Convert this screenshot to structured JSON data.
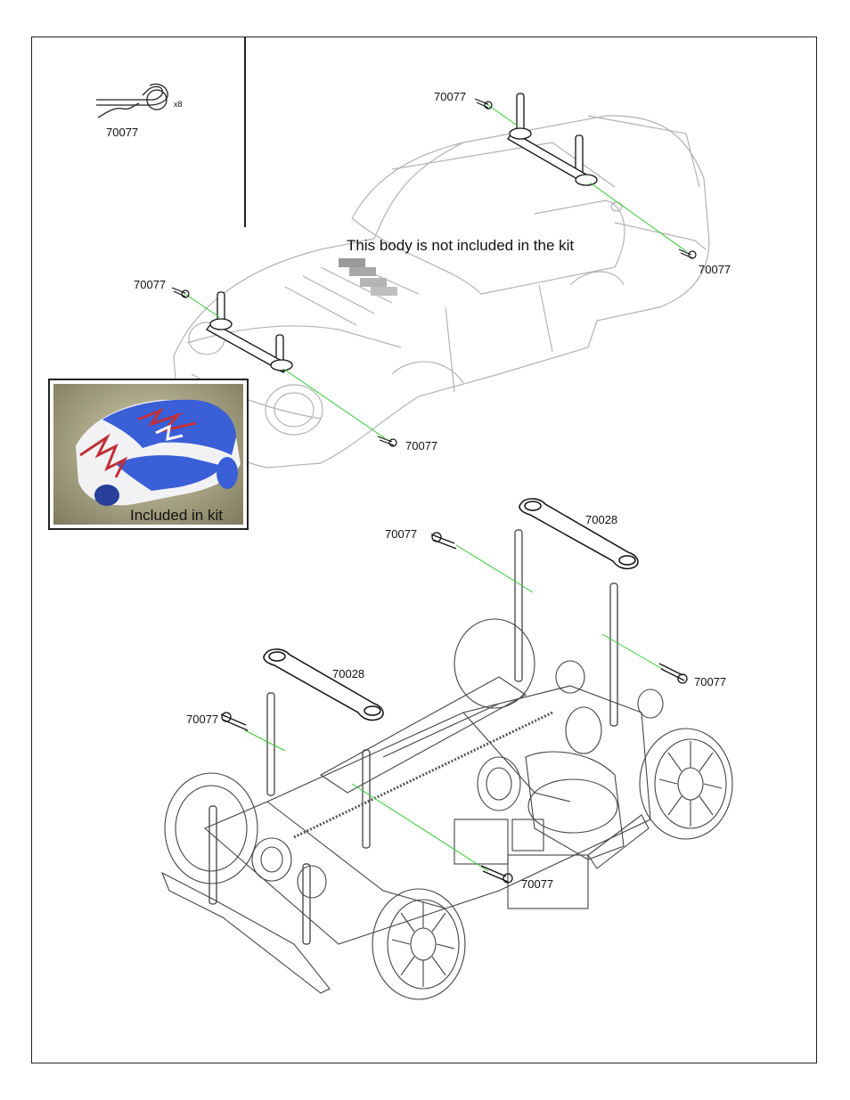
{
  "parts_box": {
    "part_number": "70077",
    "quantity": "x8",
    "icon": "body-clip-icon"
  },
  "notes": {
    "body_not_included": "This body is not included in the kit",
    "included_in_kit": "Included in kit"
  },
  "callouts": {
    "clip_top_rear": "70077",
    "clip_right_rear": "70077",
    "clip_front_left": "70077",
    "clip_front_bottom": "70077",
    "chassis_clip_top": "70077",
    "chassis_clip_right": "70077",
    "chassis_clip_left": "70077",
    "chassis_clip_bottom": "70077",
    "mount_rear": "70028",
    "mount_front": "70028"
  },
  "colors": {
    "guide_line": "#33cc33",
    "body_outline": "#b0b0b0",
    "chassis_outline": "#444444",
    "body_blue": "#3a5fd6",
    "body_red": "#c0303a"
  }
}
